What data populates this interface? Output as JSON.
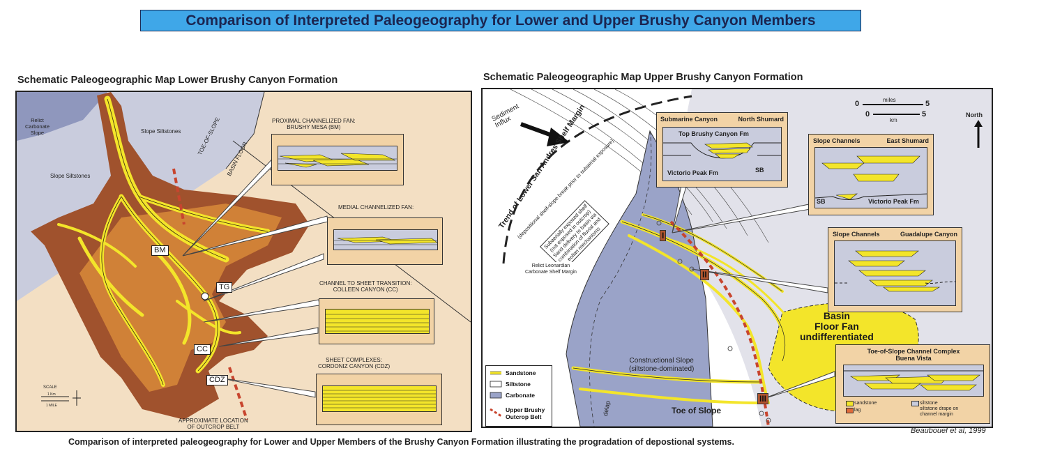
{
  "title": "Comparison of Interpreted Paleogeography for Lower and Upper Brushy Canyon Members",
  "caption": "Comparison of interpreted paleogeography for Lower and Upper Members of the Brushy Canyon Formation illustrating the progradation of depostional systems.",
  "credit": "Beaubouef et al, 1999",
  "colors": {
    "title_bar": "#3fa7e8",
    "sandstone": "#f3e52a",
    "mudflat": "#a0522d",
    "carbonate": "#9aa3c8",
    "basin": "#f3dfc3"
  },
  "lower": {
    "heading": "Schematic Paleogeographic Map Lower Brushy Canyon Formation",
    "labels": {
      "relict": "Relict\nCarbonate\nSlope",
      "slope1": "Slope Siltstones",
      "slope2": "Slope Siltstones",
      "toe": "TOE-OF-SLOPE",
      "floor": "BASIN FLOOR",
      "outcrop": "APPROXIMATE LOCATION\nOF OUTCROP BELT",
      "scale": "SCALE",
      "scale_km": "1 Km",
      "scale_mile": "1 MILE"
    },
    "tags": [
      "BM",
      "TG",
      "CC",
      "CDZ"
    ],
    "insets": [
      {
        "title": "PROXIMAL CHANNELIZED FAN:\nBRUSHY MESA (BM)"
      },
      {
        "title": "MEDIAL CHANNELIZED FAN:"
      },
      {
        "title": "CHANNEL TO SHEET TRANSITION:\nCOLLEEN CANYON (CC)"
      },
      {
        "title": "SHEET COMPLEXES:\nCORDONIZ CANYON (CDZ)"
      }
    ]
  },
  "upper": {
    "heading": "Schematic Paleogeographic Map Upper Brushy Canyon Formation",
    "labels": {
      "influx": "Sediment\nInflux",
      "trend": "Trend of Lower San Andres Shelf Margin",
      "trend_sub": "(depositional shelf-slope break prior to subaerial exposure)",
      "exposed": "Subaerially exposed shelf\n(not exposed in outcrop)\nSand delivery to basin via\ncombination of fluvial and\neolian mechanisms",
      "relict": "Relict Leonardian\nCarbonate Shelf Margin",
      "fan": "Basin\nFloor Fan\nundifferentiated",
      "constructional": "Constructional Slope\n(siltstone-dominated)",
      "toe": "Toe of Slope",
      "delap": "delap",
      "north": "North",
      "miles": "miles",
      "km": "km",
      "scale_zero": "0",
      "scale_five": "5"
    },
    "markers": [
      "I",
      "II",
      "III"
    ],
    "insets": [
      {
        "title_left": "Submarine Canyon",
        "title_right": "North Shumard",
        "top": "Top Brushy Canyon Fm",
        "bottom": "Victorio Peak Fm",
        "sb": "SB"
      },
      {
        "title_left": "Slope Channels",
        "title_right": "East Shumard",
        "sb": "SB",
        "bottom": "Victorio Peak Fm"
      },
      {
        "title_left": "Slope Channels",
        "title_right": "Guadalupe Canyon"
      },
      {
        "title": "Toe-of-Slope Channel Complex\nBuena Vista",
        "legend": [
          "sandstone",
          "siltstone",
          "lag",
          "siltstone drape on\nchannel margin"
        ]
      }
    ],
    "legend": [
      "Sandstone",
      "Siltstone",
      "Carbonate",
      "Upper Brushy\nOutcrop Belt"
    ]
  }
}
